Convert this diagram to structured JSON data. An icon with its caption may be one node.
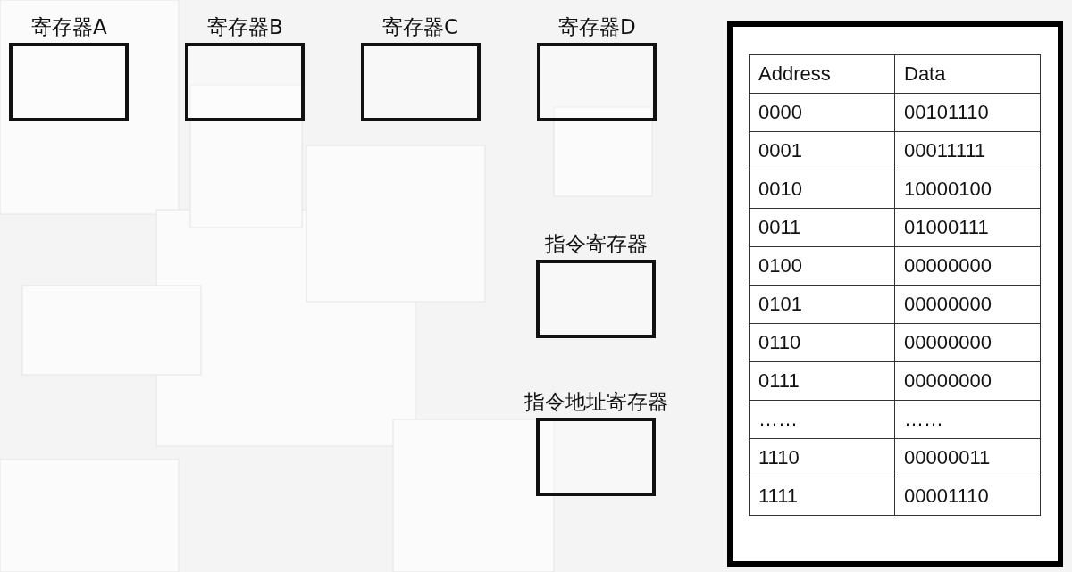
{
  "diagram": {
    "nodes": [
      {
        "text": [
          "寄存器A"
        ]
      },
      {
        "text": [
          "寄存器B"
        ]
      },
      {
        "text": [
          "寄存器C"
        ]
      },
      {
        "text": [
          "寄存器D"
        ]
      },
      {
        "text": [
          "指令寄存器"
        ]
      },
      {
        "text": [
          "指令地址寄存器"
        ]
      },
      {
        "text": [],
        "shape": "box"
      }
    ],
    "labels": [
      "Address",
      "Data",
      "0000",
      "00101110",
      "0001",
      "00011111",
      "0010",
      "10000100",
      "0011",
      "01000111",
      "0100",
      "00000000",
      "0101",
      "00000000",
      "0110",
      "00000000",
      "0111",
      "00000000",
      "……",
      "……",
      "1110",
      "00000011",
      "1111",
      "00001110"
    ]
  }
}
